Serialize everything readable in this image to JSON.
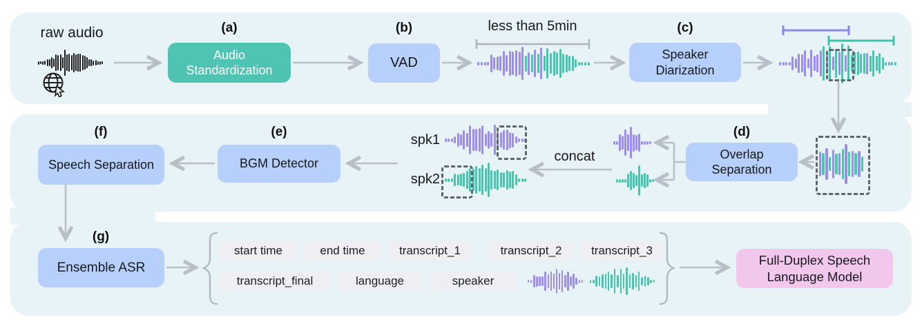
{
  "palette": {
    "panel": "#e8f3f7",
    "node_blue": "#b7cffb",
    "node_teal": "#4fc4b2",
    "node_pink": "#f2c7ec",
    "tag_bg": "#efeef3",
    "arrow_gray": "#b9bfc8",
    "bracket_gray": "#aeb4bd",
    "bracket_purple": "#8d85ee",
    "bracket_teal": "#3fc2aa",
    "wave_purple": "#9d8cf0",
    "wave_teal": "#45c7ae",
    "wave_black": "#1a1a1a",
    "dash_gray": "#5d646d"
  },
  "labels": {
    "raw_audio": "raw audio",
    "less_than_5min": "less than 5min",
    "spk1": "spk1",
    "spk2": "spk2",
    "concat": "concat"
  },
  "nodes": {
    "a": {
      "tag": "(a)",
      "label": "Audio Standardization"
    },
    "b": {
      "tag": "(b)",
      "label": "VAD"
    },
    "c": {
      "tag": "(c)",
      "label": "Speaker Diarization"
    },
    "d": {
      "tag": "(d)",
      "label": "Overlap Separation"
    },
    "e": {
      "tag": "(e)",
      "label": "BGM Detector"
    },
    "f": {
      "tag": "(f)",
      "label": "Speech Separation"
    },
    "g": {
      "tag": "(g)",
      "label": "Ensemble ASR"
    }
  },
  "output_fields": [
    "start time",
    "end time",
    "transcript_1",
    "transcript_2",
    "transcript_3",
    "transcript_final",
    "language",
    "speaker"
  ],
  "result_node": {
    "label": "Full-Duplex Speech Language Model"
  },
  "waves": {
    "raw": {
      "pattern": "black",
      "bars": 30,
      "maxH": 46,
      "barW": 2,
      "gap": 1.2,
      "seed": 7
    },
    "vad_out": {
      "pattern": "split",
      "bars": 36,
      "maxH": 58,
      "barW": 3,
      "gap": 1.55,
      "seed": 11
    },
    "diarized": {
      "pattern": "split_overlap",
      "bars": 38,
      "maxH": 58,
      "barW": 3,
      "gap": 1.5,
      "seed": 23
    },
    "overlap_mix": {
      "pattern": "mix",
      "bars": 14,
      "maxH": 64,
      "barW": 3.5,
      "gap": 1.2,
      "seed": 31,
      "flat": true
    },
    "sep_spk1": {
      "pattern": "purple",
      "bars": 14,
      "maxH": 48,
      "barW": 3,
      "gap": 1,
      "seed": 41,
      "tailRight": true
    },
    "sep_spk2": {
      "pattern": "teal",
      "bars": 14,
      "maxH": 48,
      "barW": 3,
      "gap": 1,
      "seed": 43,
      "tailLeft": true
    },
    "spk1": {
      "pattern": "purple",
      "bars": 27,
      "maxH": 50,
      "barW": 3,
      "gap": 1.44,
      "seed": 51
    },
    "spk2": {
      "pattern": "teal",
      "bars": 27,
      "maxH": 50,
      "barW": 3,
      "gap": 1.44,
      "seed": 53
    },
    "out_purple": {
      "pattern": "purple",
      "bars": 20,
      "maxH": 40,
      "barW": 2.5,
      "gap": 1.6,
      "seed": 61
    },
    "out_teal": {
      "pattern": "teal",
      "bars": 22,
      "maxH": 44,
      "barW": 2.5,
      "gap": 1.9,
      "seed": 67
    }
  }
}
